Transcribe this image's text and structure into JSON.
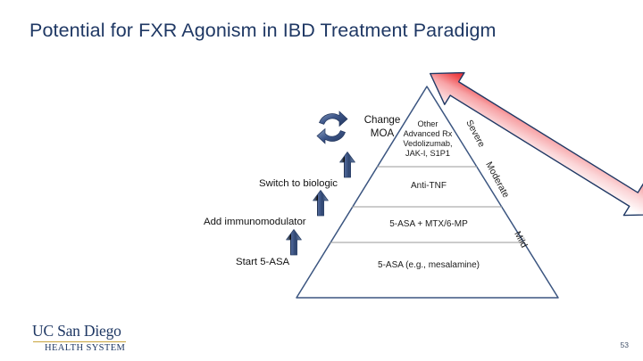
{
  "slide": {
    "title": "Potential for FXR Agonism in IBD Treatment Paradigm",
    "page_number": "53",
    "title_color": "#1F3864",
    "background": "#FFFFFF"
  },
  "pyramid": {
    "outline_color": "#3B5580",
    "divider_color": "#9a9a9a",
    "tiers": [
      {
        "id": "tier-top",
        "text": "Other\nAdvanced Rx\nVedolizumab,\nJAK-I, S1P1",
        "lines": [
          "Other",
          "Advanced Rx",
          "Vedolizumab,",
          "JAK-I, S1P1"
        ]
      },
      {
        "id": "tier-second",
        "text": "Anti-TNF",
        "lines": [
          "Anti-TNF"
        ]
      },
      {
        "id": "tier-third",
        "text": "5-ASA + MTX/6-MP",
        "lines": [
          "5-ASA + MTX/6-MP"
        ]
      },
      {
        "id": "tier-base",
        "text": "5-ASA (e.g., mesalamine)",
        "lines": [
          "5-ASA (e.g., mesalamine)"
        ]
      }
    ]
  },
  "steps": [
    {
      "id": "step-change-moa",
      "label": "Change\nMOA",
      "line1": "Change",
      "line2": "MOA",
      "icon": "cycle-arrows-icon"
    },
    {
      "id": "step-switch-biologic",
      "label": "Switch to biologic",
      "icon": "up-arrow-icon"
    },
    {
      "id": "step-add-immunomodulator",
      "label": "Add immunomodulator",
      "icon": "up-arrow-icon"
    },
    {
      "id": "step-start-5asa",
      "label": "Start 5-ASA",
      "icon": "up-arrow-icon"
    }
  ],
  "severity_arrow": {
    "name": "severity-gradient-arrow",
    "top_color": "#ED1C24",
    "bottom_color": "#FFFFFF",
    "outline_color": "#1F3864",
    "labels": [
      "Severe",
      "Moderate",
      "Mild"
    ]
  },
  "logo": {
    "line1": "UC San Diego",
    "line2": "HEALTH SYSTEM",
    "color": "#1F3864",
    "rule_color": "#C8A43C"
  }
}
